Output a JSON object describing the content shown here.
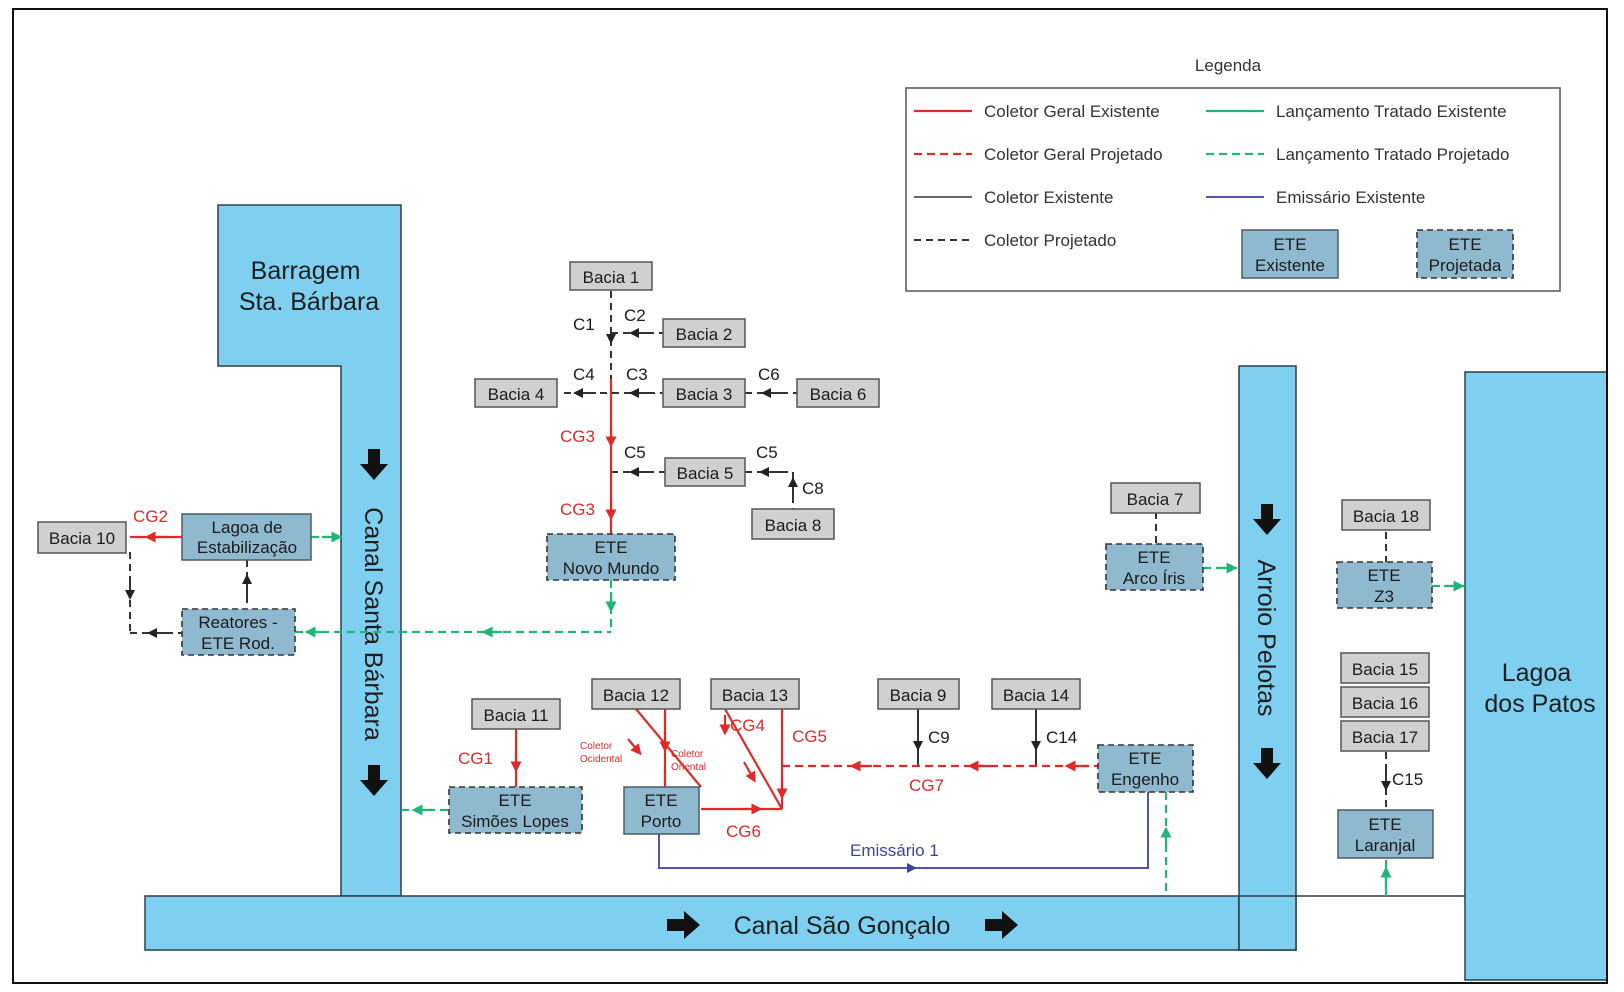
{
  "water": {
    "barragem": [
      "Barragem",
      "Sta. Bárbara"
    ],
    "canal_sb": "Canal Santa Bárbara",
    "canal_sg": "Canal São Gonçalo",
    "arroio": "Arroio Pelotas",
    "lagoa": [
      "Lagoa",
      "dos Patos"
    ]
  },
  "legend": {
    "title": "Legenda",
    "items": [
      "Coletor Geral Existente",
      "Coletor Geral Projetado",
      "Coletor Existente",
      "Coletor Projetado",
      "Lançamento Tratado Existente",
      "Lançamento Tratado Projetado",
      "Emissário Existente"
    ],
    "ete_existente": [
      "ETE",
      "Existente"
    ],
    "ete_projetada": [
      "ETE",
      "Projetada"
    ]
  },
  "bacias": {
    "b1": "Bacia 1",
    "b2": "Bacia 2",
    "b3": "Bacia 3",
    "b4": "Bacia 4",
    "b5": "Bacia 5",
    "b6": "Bacia 6",
    "b7": "Bacia 7",
    "b8": "Bacia 8",
    "b9": "Bacia 9",
    "b10": "Bacia 10",
    "b11": "Bacia 11",
    "b12": "Bacia 12",
    "b13": "Bacia 13",
    "b14": "Bacia 14",
    "b15": "Bacia 15",
    "b16": "Bacia 16",
    "b17": "Bacia 17",
    "b18": "Bacia 18"
  },
  "etes": {
    "lagoa": [
      "Lagoa de",
      "Estabilização"
    ],
    "reatores": [
      "Reatores -",
      "ETE Rod."
    ],
    "novo_mundo": [
      "ETE",
      "Novo Mundo"
    ],
    "arco_iris": [
      "ETE",
      "Arco Íris"
    ],
    "z3": [
      "ETE",
      "Z3"
    ],
    "simoes": [
      "ETE",
      "Simões Lopes"
    ],
    "porto": [
      "ETE",
      "Porto"
    ],
    "engenho": [
      "ETE",
      "Engenho"
    ],
    "laranjal": [
      "ETE",
      "Laranjal"
    ]
  },
  "labels": {
    "c1": "C1",
    "c2": "C2",
    "c3": "C3",
    "c4": "C4",
    "c5a": "C5",
    "c5b": "C5",
    "c6": "C6",
    "c8": "C8",
    "c9": "C9",
    "c14": "C14",
    "c15": "C15",
    "cg1": "CG1",
    "cg2": "CG2",
    "cg3a": "CG3",
    "cg3b": "CG3",
    "cg4": "CG4",
    "cg5": "CG5",
    "cg6": "CG6",
    "cg7": "CG7",
    "coletor_ocidental": [
      "Coletor",
      "Ocidental"
    ],
    "coletor_oriental": [
      "Coletor",
      "Oriental"
    ],
    "emissario": "Emissário 1"
  },
  "colors": {
    "water": "#7fd0f0",
    "ete": "#8fb9cf",
    "bacia": "#d0d0d0",
    "red": "#e02a2a",
    "green": "#22b57a",
    "blue": "#5654b0"
  }
}
